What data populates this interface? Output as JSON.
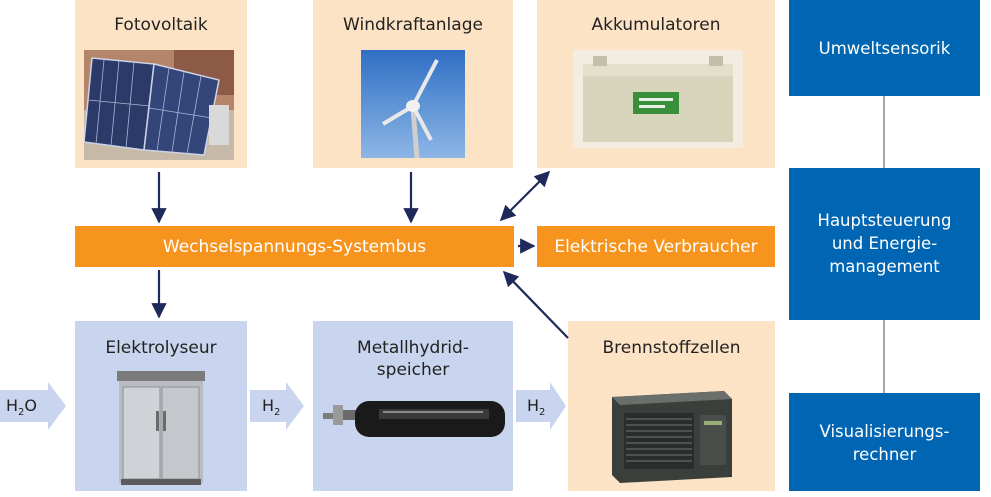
{
  "sources": {
    "pv": "Fotovoltaik",
    "wind": "Windkraftanlage",
    "accu": "Akkumulatoren"
  },
  "bus": {
    "system_bus": "Wechselspannungs-Systembus",
    "consumers": "Elektrische Verbraucher"
  },
  "hydrogen": {
    "electrolyser": "Elektrolyseur",
    "storage": "Metallhydrid-\nspeicher",
    "fuel_cells": "Brennstoffzellen"
  },
  "flows": {
    "water": {
      "main": "H",
      "sub": "2",
      "tail": "O"
    },
    "h2_a": {
      "main": "H",
      "sub": "2"
    },
    "h2_b": {
      "main": "H",
      "sub": "2"
    }
  },
  "control": {
    "sensors": "Umweltsensorik",
    "main_control": "Hauptsteuerung\nund Energie-\nmanagement",
    "visualization": "Visualisierungs-\nrechner"
  },
  "colors": {
    "peach": "#fde3c6",
    "light_blue": "#c9d5ee",
    "dark_blue": "#0066b3",
    "orange": "#f7941d",
    "arrow_navy": "#1f2a5a"
  }
}
